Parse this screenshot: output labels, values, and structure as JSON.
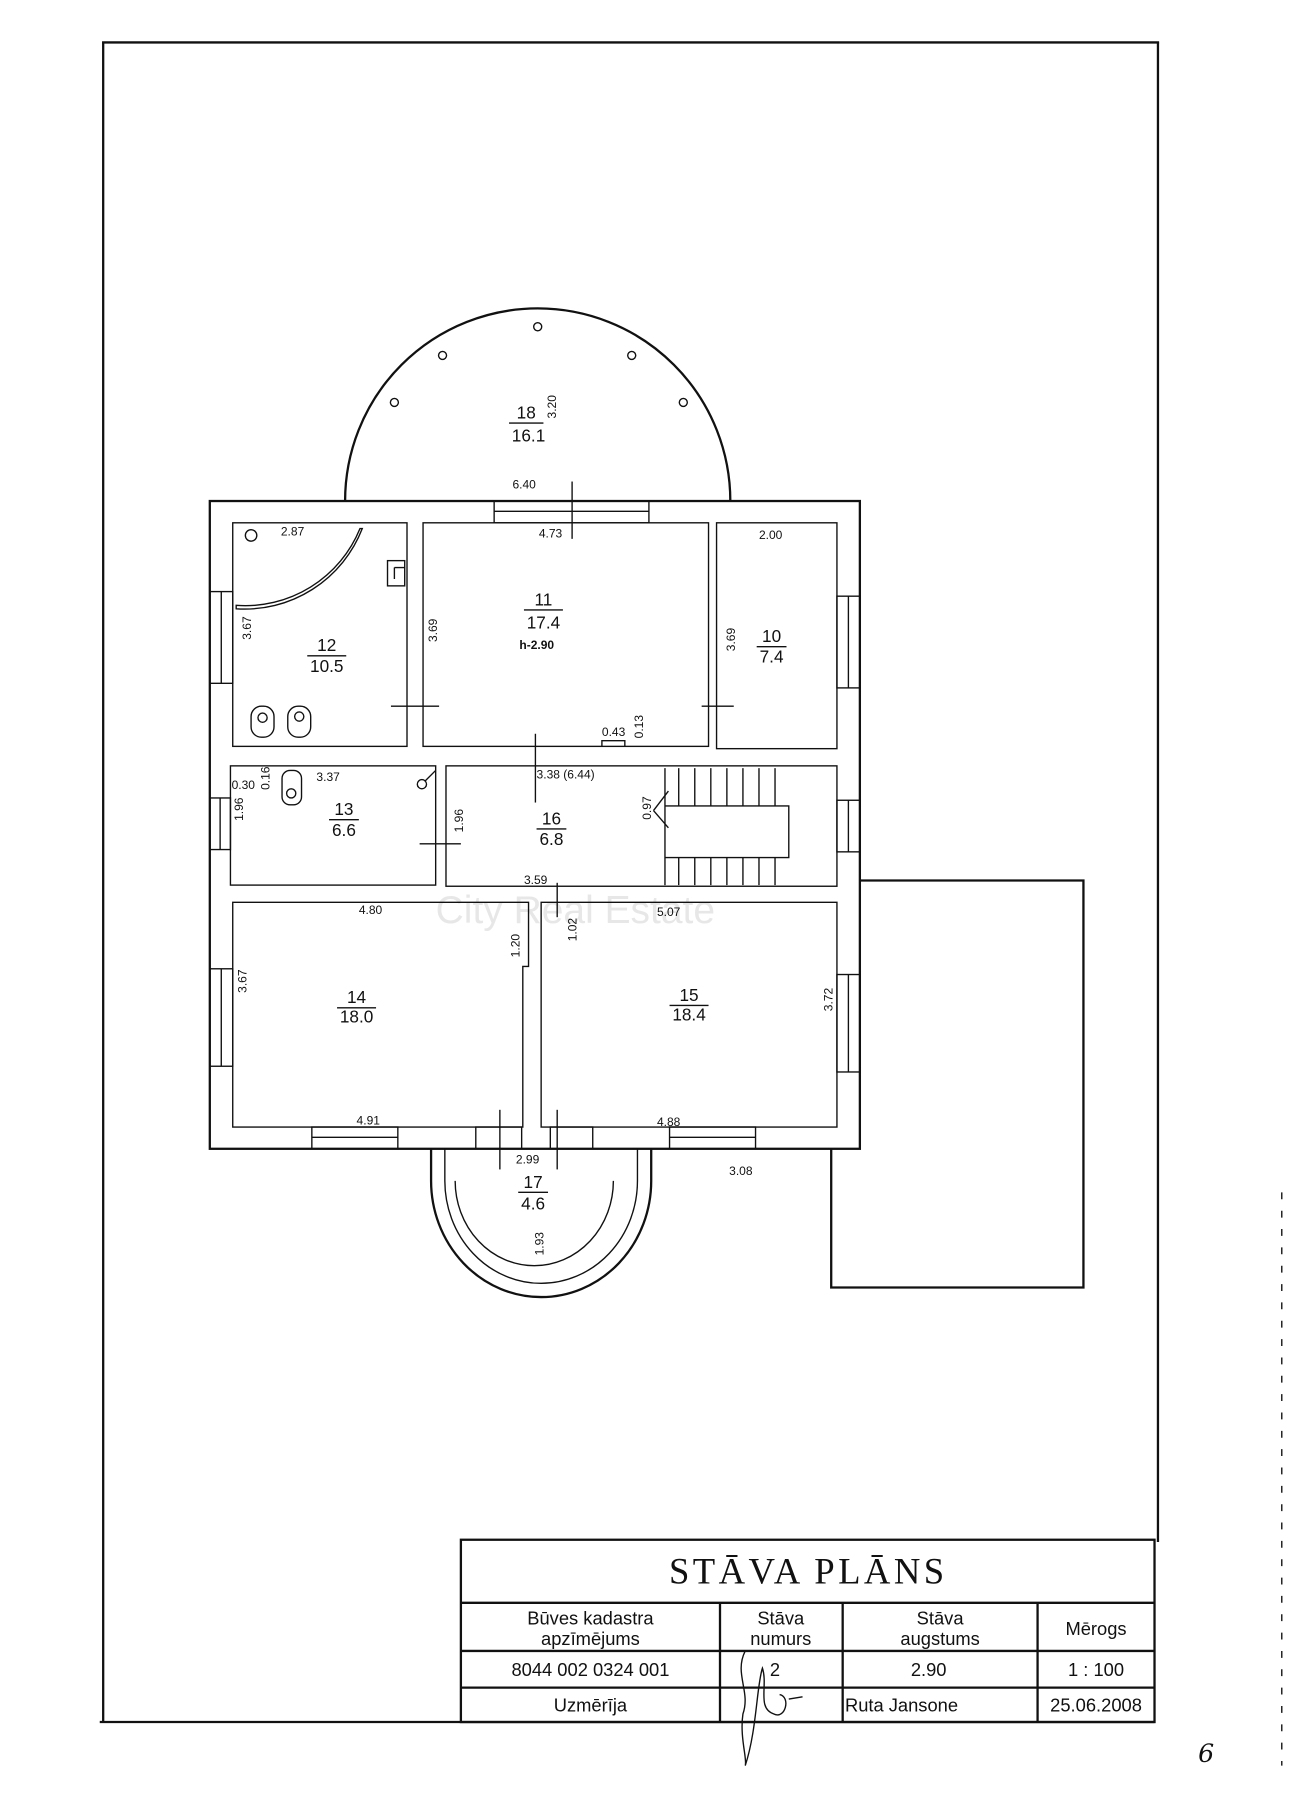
{
  "watermark": "City Real Estate",
  "rooms": [
    {
      "no": "18",
      "area": "16.1"
    },
    {
      "no": "11",
      "area": "17.4",
      "height": "h-2.90"
    },
    {
      "no": "12",
      "area": "10.5"
    },
    {
      "no": "10",
      "area": "7.4"
    },
    {
      "no": "13",
      "area": "6.6"
    },
    {
      "no": "16",
      "area": "6.8"
    },
    {
      "no": "14",
      "area": "18.0"
    },
    {
      "no": "15",
      "area": "18.4"
    },
    {
      "no": "17",
      "area": "4.6"
    }
  ],
  "dimensions": {
    "d320": "3.20",
    "d640": "6.40",
    "d473": "4.73",
    "d287": "2.87",
    "d200": "2.00",
    "d367a": "3.67",
    "d369a": "3.69",
    "d369b": "3.69",
    "d043": "0.43",
    "d013": "0.13",
    "d030": "0.30",
    "d016": "0.16",
    "d337": "3.37",
    "d338": "3.38 (6.44)",
    "d196a": "1.96",
    "d196b": "1.96",
    "d097": "0.97",
    "d359": "3.59",
    "d480": "4.80",
    "d507": "5.07",
    "d120": "1.20",
    "d102": "1.02",
    "d367b": "3.67",
    "d372": "3.72",
    "d491": "4.91",
    "d488": "4.88",
    "d299": "2.99",
    "d308": "3.08",
    "d193": "1.93"
  },
  "title_block": {
    "title": "STĀVA PLĀNS",
    "col1_h1": "Būves kadastra",
    "col1_h2": "apzīmējums",
    "col2_h1": "Stāva",
    "col2_h2": "numurs",
    "col3_h1": "Stāva",
    "col3_h2": "augstums",
    "col4_h": "Mērogs",
    "cadastre": "8044 002 0324 001",
    "floor_no": "2",
    "floor_height": "2.90",
    "scale": "1 : 100",
    "surveyor_label": "Uzmērīja",
    "surveyor": "Ruta Jansone",
    "date": "25.06.2008"
  },
  "page_number": "6"
}
